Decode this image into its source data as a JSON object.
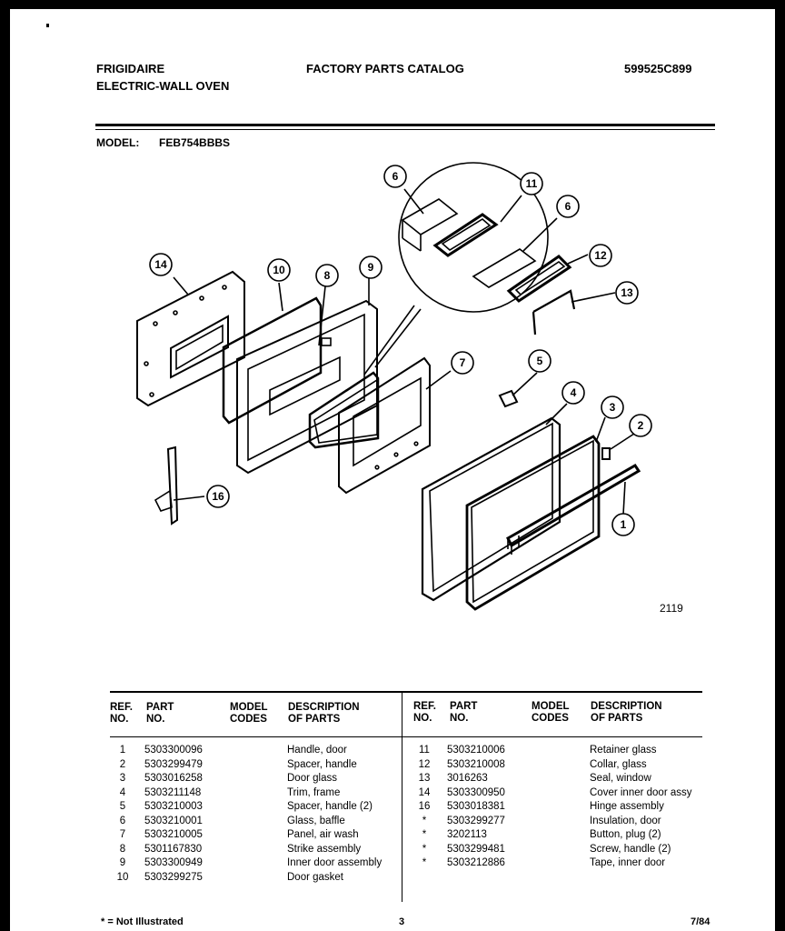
{
  "header": {
    "brand": "FRIGIDAIRE",
    "product": "ELECTRIC-WALL OVEN",
    "catalog_title": "FACTORY PARTS CATALOG",
    "catalog_number": "599525C899",
    "model_label": "MODEL:",
    "model_value": "FEB754BBBS"
  },
  "diagram": {
    "figure_number": "2119",
    "callouts": [
      "6",
      "11",
      "6",
      "12",
      "13",
      "14",
      "10",
      "8",
      "9",
      "7",
      "5",
      "4",
      "3",
      "2",
      "16",
      "1"
    ]
  },
  "table": {
    "headers": {
      "ref": [
        "REF.",
        "NO."
      ],
      "part": [
        "PART",
        "NO."
      ],
      "model": [
        "MODEL",
        "CODES"
      ],
      "desc": [
        "DESCRIPTION",
        "OF PARTS"
      ]
    },
    "left_rows": [
      {
        "ref": "1",
        "part": "5303300096",
        "desc": "Handle, door"
      },
      {
        "ref": "2",
        "part": "5303299479",
        "desc": "Spacer, handle"
      },
      {
        "ref": "3",
        "part": "5303016258",
        "desc": "Door glass"
      },
      {
        "ref": "4",
        "part": "5303211148",
        "desc": "Trim, frame"
      },
      {
        "ref": "5",
        "part": "5303210003",
        "desc": "Spacer, handle (2)"
      },
      {
        "ref": "6",
        "part": "5303210001",
        "desc": "Glass, baffle"
      },
      {
        "ref": "7",
        "part": "5303210005",
        "desc": "Panel, air wash"
      },
      {
        "ref": "8",
        "part": "5301167830",
        "desc": "Strike assembly"
      },
      {
        "ref": "9",
        "part": "5303300949",
        "desc": "Inner door assembly"
      },
      {
        "ref": "10",
        "part": "5303299275",
        "desc": "Door gasket"
      }
    ],
    "right_rows": [
      {
        "ref": "11",
        "part": "5303210006",
        "desc": "Retainer glass"
      },
      {
        "ref": "12",
        "part": "5303210008",
        "desc": "Collar, glass"
      },
      {
        "ref": "13",
        "part": "3016263",
        "desc": "Seal, window"
      },
      {
        "ref": "14",
        "part": "5303300950",
        "desc": "Cover inner door assy"
      },
      {
        "ref": "16",
        "part": "5303018381",
        "desc": "Hinge assembly"
      },
      {
        "ref": "*",
        "part": "5303299277",
        "desc": "Insulation, door"
      },
      {
        "ref": "*",
        "part": "3202113",
        "desc": "Button, plug (2)"
      },
      {
        "ref": "*",
        "part": "5303299481",
        "desc": "Screw, handle (2)"
      },
      {
        "ref": "*",
        "part": "5303212886",
        "desc": "Tape, inner door"
      }
    ]
  },
  "footer": {
    "note": "* = Not Illustrated",
    "page": "3",
    "date": "7/84"
  }
}
